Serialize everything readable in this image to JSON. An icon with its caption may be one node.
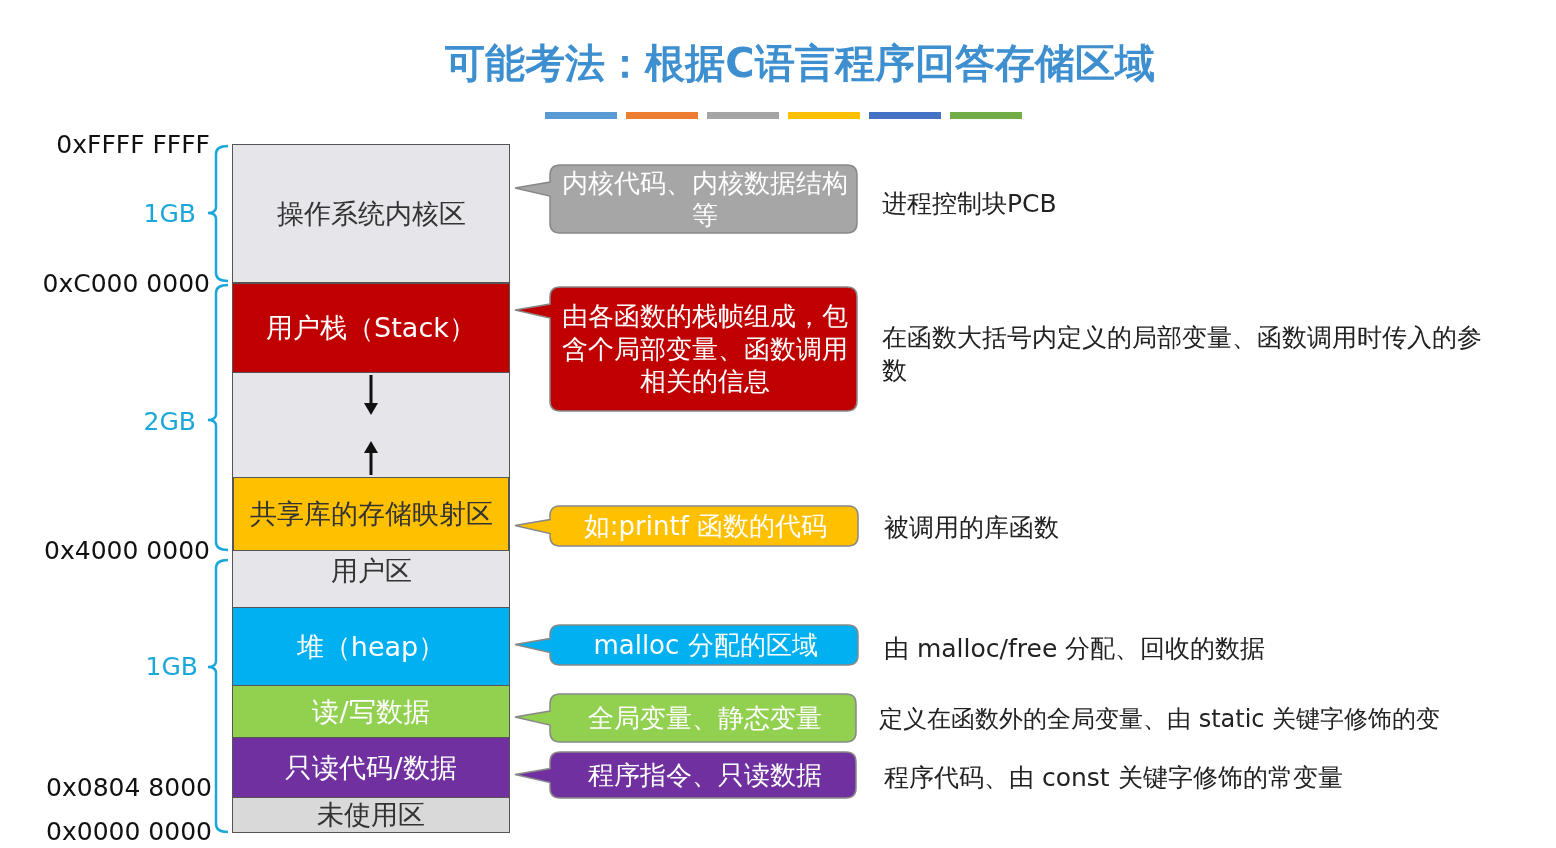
{
  "diagram": {
    "title": "可能考法：根据C语言程序回答存储区域",
    "nodes": [
      {
        "text": [
          "操作系统内核区"
        ]
      },
      {
        "text": [
          "用户栈（Stack）"
        ]
      },
      {
        "text": [
          "用户区"
        ]
      },
      {
        "text": [
          "共享库的存储映射区"
        ],
        "in": 2
      },
      {
        "text": [
          "堆（heap）"
        ]
      },
      {
        "text": [
          "读/写数据"
        ]
      },
      {
        "text": [
          "只读代码/数据"
        ]
      },
      {
        "text": [
          "未使用区"
        ]
      },
      {
        "text": [
          "内核代码、内核数据结构等"
        ]
      },
      {
        "text": [
          "由各函数的栈帧组成，包含个局部变量、函数调用相关的信息"
        ]
      },
      {
        "text": [
          "如:printf 函数的代码"
        ]
      },
      {
        "text": [
          "malloc 分配的区域"
        ]
      },
      {
        "text": [
          "全局变量、静态变量"
        ]
      },
      {
        "text": [
          "程序指令、只读数据"
        ]
      }
    ],
    "edges": [],
    "labels": [
      "0xFFFF FFFF",
      "1GB",
      "进程控制块PCB",
      "0xC000 0000",
      "在函数大括号内定义的局部变量、函数调用时传入的参数",
      "2GB",
      "被调用的库函数",
      "0x4000 0000",
      "1GB",
      "由 malloc/free 分配、回收的数据",
      "定义在函数外的全局变量、由 static 关键字修饰的变",
      "程序代码、由 const 关键字修饰的常变量",
      "0x0804 8000",
      "0x0000 0000"
    ]
  }
}
